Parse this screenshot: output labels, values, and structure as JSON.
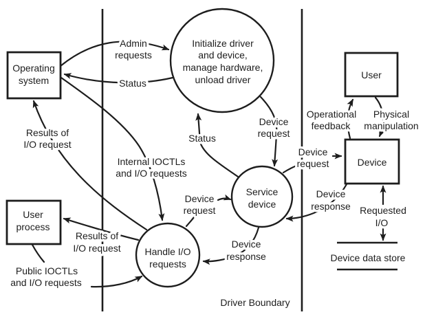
{
  "colors": {
    "background": "#ffffff",
    "line": "#1d1d1d",
    "text": "#1d1d1d"
  },
  "entities": {
    "operating_system": {
      "lines": [
        "Operating",
        "system"
      ]
    },
    "user_process": {
      "lines": [
        "User",
        "process"
      ]
    },
    "user": {
      "lines": [
        "User"
      ]
    },
    "device": {
      "lines": [
        "Device"
      ]
    }
  },
  "processes": {
    "initialize_driver": {
      "lines": [
        "Initialize driver",
        "and device,",
        "manage hardware,",
        "unload driver"
      ]
    },
    "service_device": {
      "lines": [
        "Service",
        "device"
      ]
    },
    "handle_io_requests": {
      "lines": [
        "Handle I/O",
        "requests"
      ]
    }
  },
  "flows": {
    "admin_requests": {
      "lines": [
        "Admin",
        "requests"
      ]
    },
    "status_to_os": {
      "lines": [
        "Status"
      ]
    },
    "results_to_os": {
      "lines": [
        "Results of",
        "I/O request"
      ]
    },
    "internal_ioctls": {
      "lines": [
        "Internal IOCTLs",
        "and I/O requests"
      ]
    },
    "status_to_initialize": {
      "lines": [
        "Status"
      ]
    },
    "device_request_from_initialize": {
      "lines": [
        "Device",
        "request"
      ]
    },
    "device_request_from_handle": {
      "lines": [
        "Device",
        "request"
      ]
    },
    "device_request_to_device": {
      "lines": [
        "Device",
        "request"
      ]
    },
    "device_response_to_service": {
      "lines": [
        "Device",
        "response"
      ]
    },
    "device_response_to_handle": {
      "lines": [
        "Device",
        "response"
      ]
    },
    "results_to_user_process": {
      "lines": [
        "Results of",
        "I/O request"
      ]
    },
    "public_ioctls": {
      "lines": [
        "Public IOCTLs",
        "and I/O requests"
      ]
    },
    "operational_feedback": {
      "lines": [
        "Operational",
        "feedback"
      ]
    },
    "physical_manipulation": {
      "lines": [
        "Physical",
        "manipulation"
      ]
    },
    "requested_io": {
      "lines": [
        "Requested",
        "I/O"
      ]
    }
  },
  "datastore": {
    "label": "Device data store"
  },
  "boundary": {
    "label": "Driver Boundary"
  }
}
